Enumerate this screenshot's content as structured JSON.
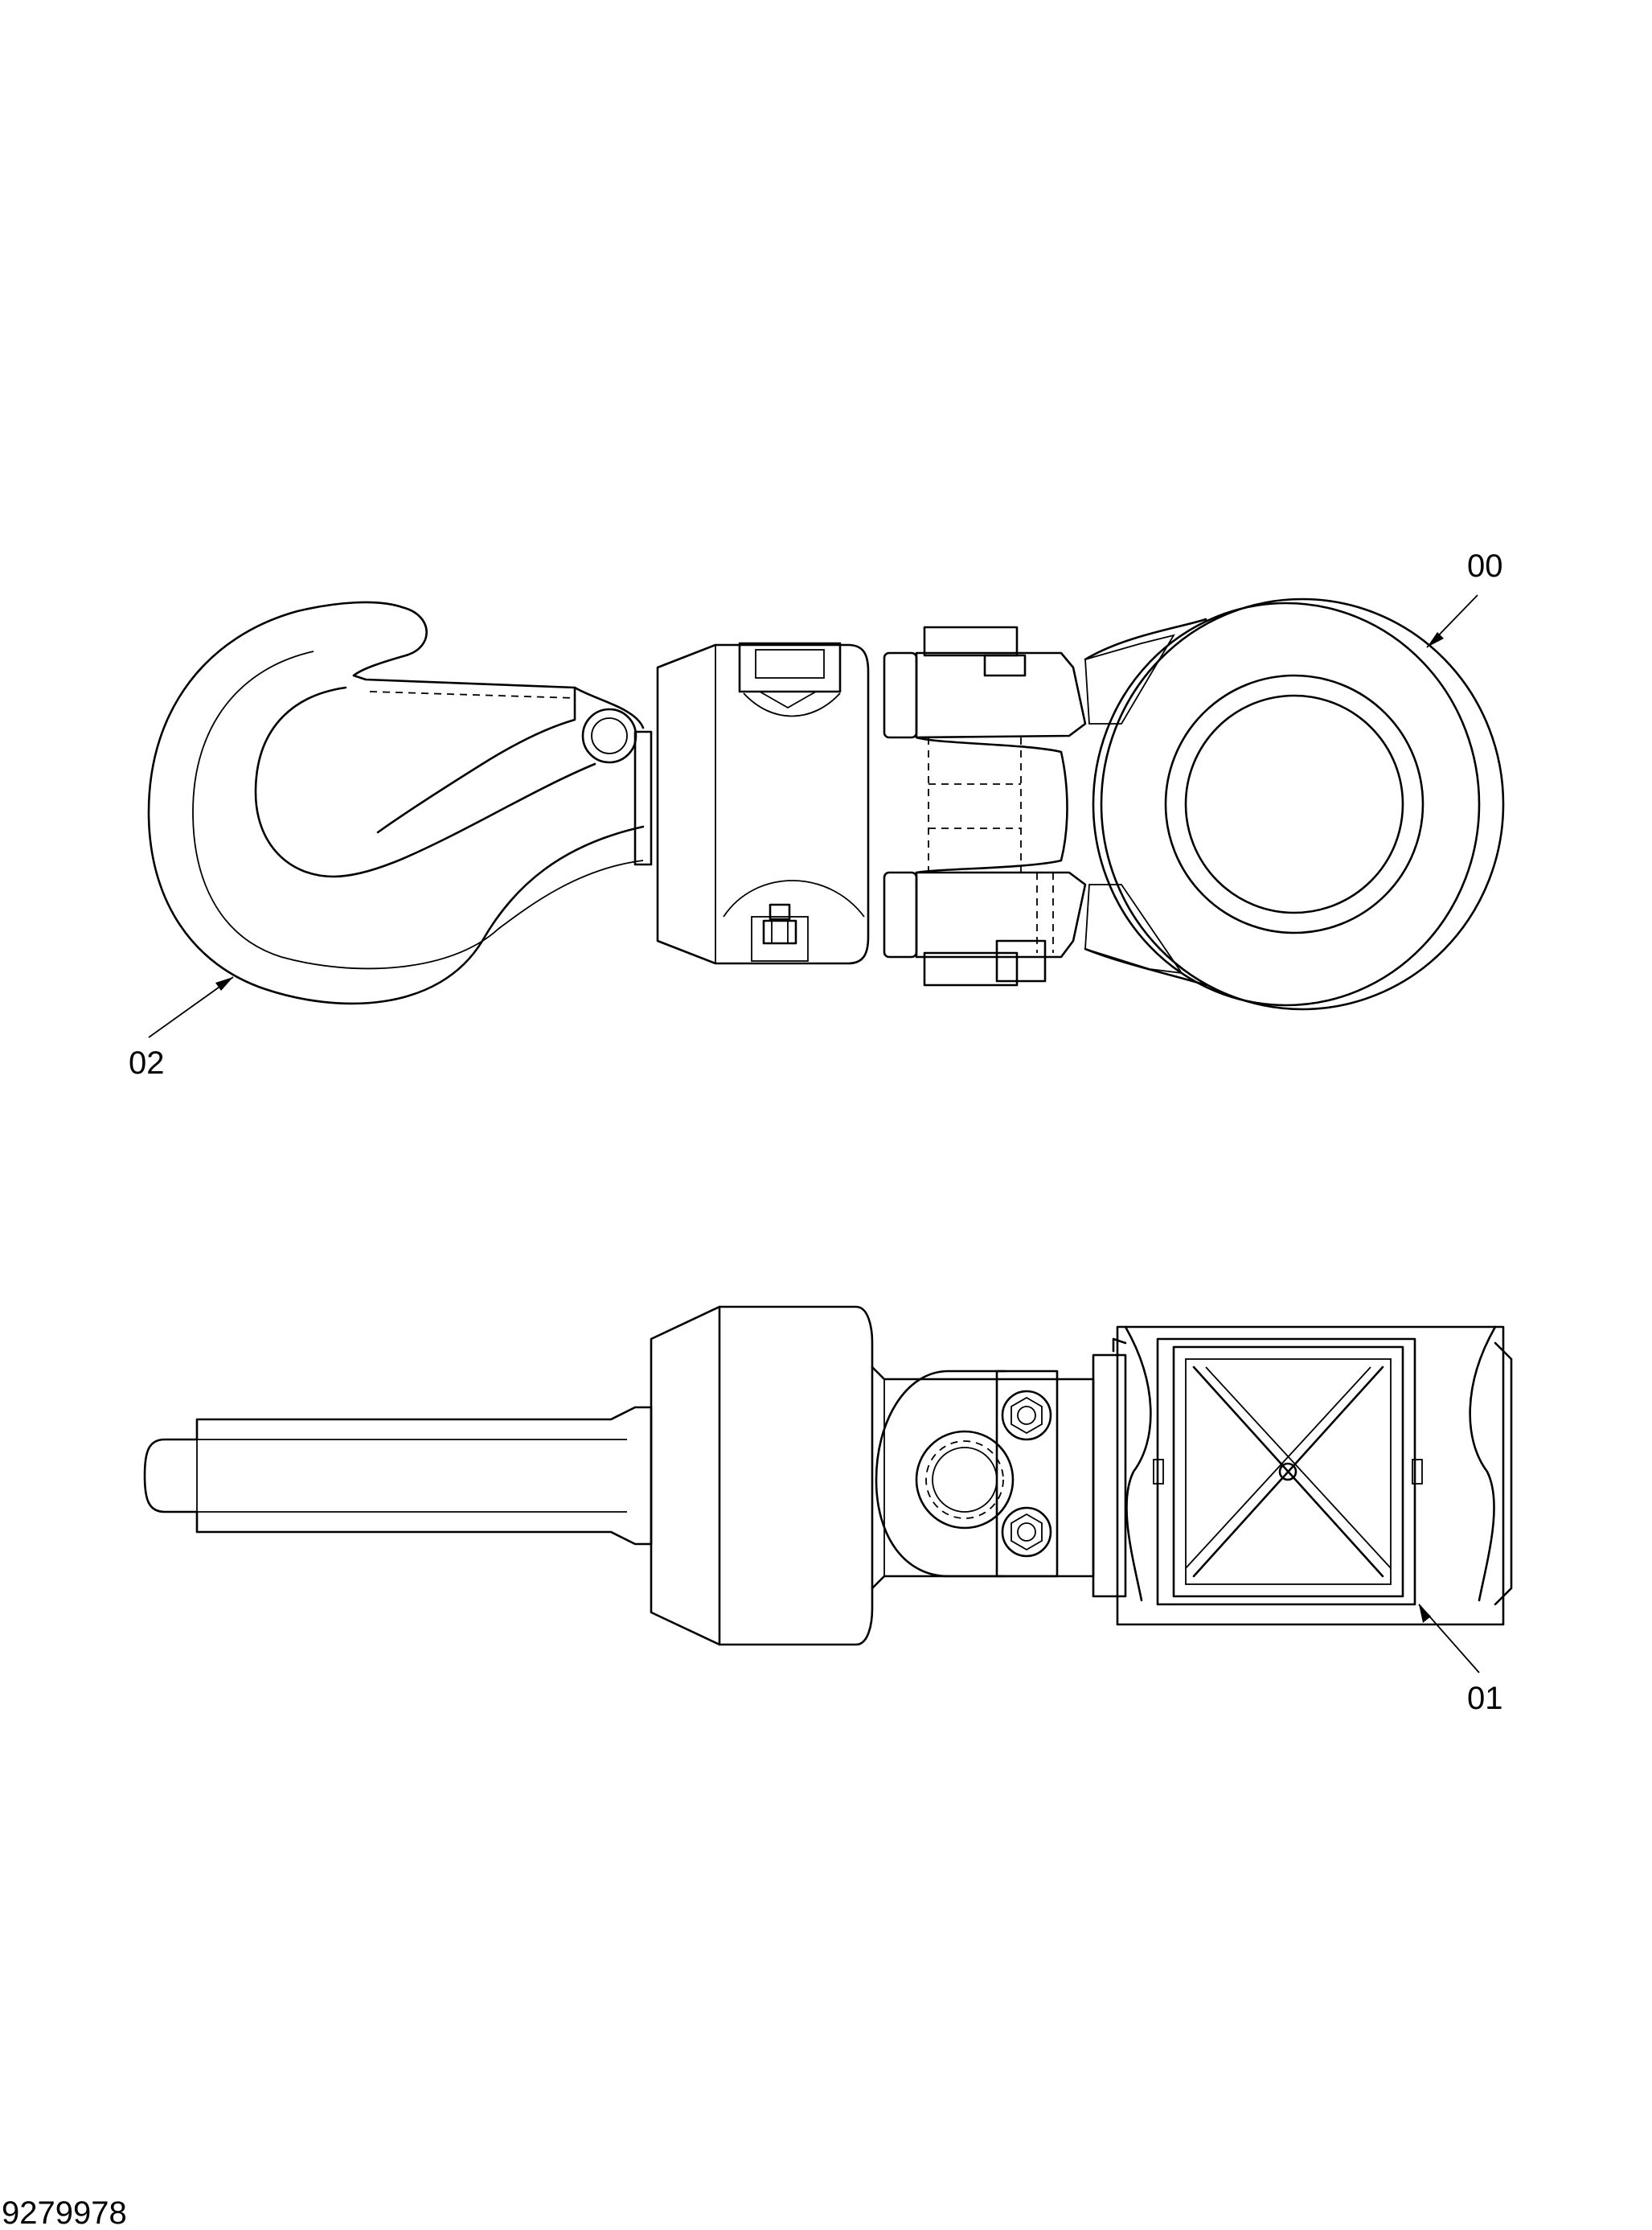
{
  "callouts": {
    "c00": "00",
    "c01": "01",
    "c02": "02"
  },
  "drawing_number": "9279978",
  "colors": {
    "line": "#000000",
    "background": "#ffffff"
  }
}
